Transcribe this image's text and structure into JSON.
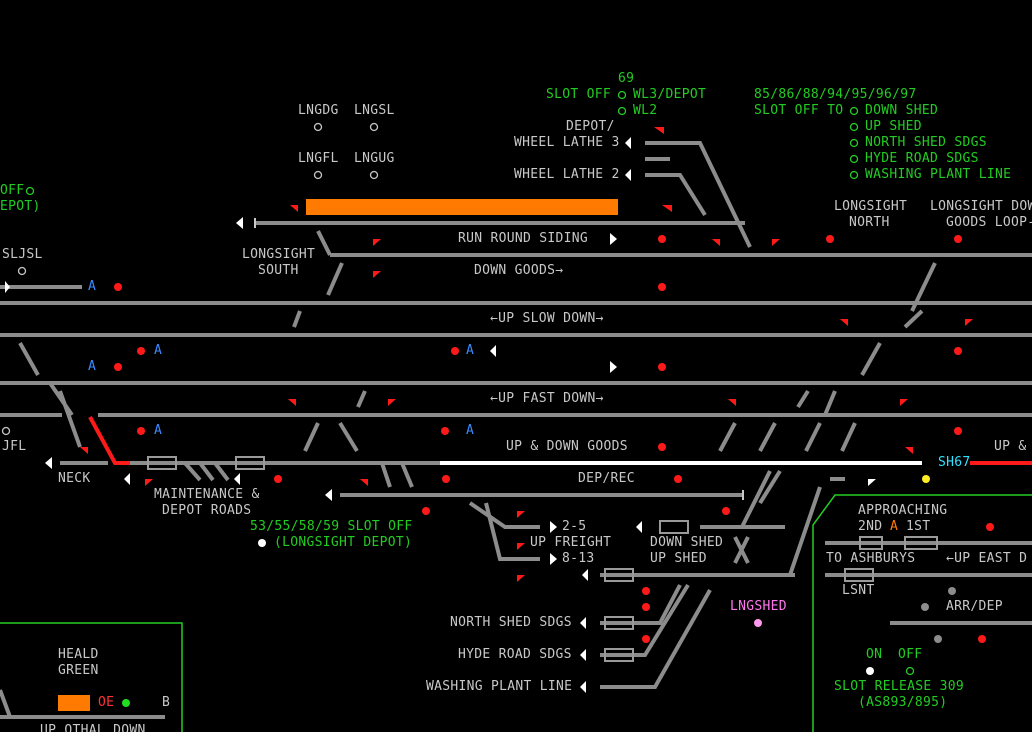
{
  "colors": {
    "background": "#000000",
    "track_clear": "#8c8c8c",
    "track_set": "#ffffff",
    "track_occupied": "#ff1a1a",
    "occupied_block": "#ff7a00",
    "signal_red": "#ff1a1a",
    "slot_text": "#22cc22",
    "berth_text": "#33e0ff",
    "shed_text": "#ff77ee",
    "auto_text": "#3a8bff"
  },
  "labels": {
    "lngdg": "LNGDG",
    "lngsl": "LNGSL",
    "lngfl": "LNGFL",
    "lngug": "LNGUG",
    "slot69_num": "69",
    "slot69_off": "SLOT OFF",
    "wl3_depot": "WL3/DEPOT",
    "wl2": "WL2",
    "depot_wl3_a": "DEPOT/",
    "depot_wl3_b": "WHEEL LATHE 3",
    "wheel_lathe2": "WHEEL LATHE 2",
    "slot_multi_nums": "85/86/88/94/95/96/97",
    "slot_off_to": "SLOT OFF TO",
    "down_shed": "DOWN SHED",
    "up_shed": "UP SHED",
    "north_shed_sdgs": "NORTH SHED SDGS",
    "hyde_road_sdgs": "HYDE ROAD SDGS",
    "washing_plant_line": "WASHING PLANT LINE",
    "left_off": "OFF",
    "left_depot": "EPOT)",
    "longsight_north_a": "LONGSIGHT",
    "longsight_north_b": "NORTH",
    "longsight_dow": "LONGSIGHT DOW",
    "goods_loop": "GOODS LOOP-",
    "sljsl": "SLJSL",
    "longsight_south_a": "LONGSIGHT",
    "longsight_south_b": "SOUTH",
    "run_round_siding": "RUN ROUND SIDING",
    "down_goods": "DOWN GOODS→",
    "up_slow_down": "←UP SLOW DOWN→",
    "up_fast_down": "←UP FAST DOWN→",
    "up_down_goods": "UP & DOWN GOODS",
    "up_and": "UP &",
    "auto_a": "A",
    "jfl": "JFL",
    "neck": "NECK",
    "maint_a": "MAINTENANCE &",
    "maint_b": "DEPOT ROADS",
    "dep_rec": "DEP/REC",
    "sh67": "SH67",
    "slot_lsd": "53/55/58/59 SLOT OFF",
    "longsight_depot": "(LONGSIGHT DEPOT)",
    "road_2_5": "2-5",
    "up_freight": "UP FREIGHT",
    "road_8_13": "8-13",
    "down_shed2": "DOWN SHED",
    "up_shed2": "UP SHED",
    "approaching": "APPROACHING",
    "second": "2ND",
    "first": "1ST",
    "a_mark": "A",
    "to_ashburys": "TO ASHBURYS",
    "up_east": "←UP EAST D",
    "lsnt": "LSNT",
    "arr_dep": "ARR/DEP",
    "lngshed": "LNGSHED",
    "north_shed_sdgs2": "NORTH SHED SDGS",
    "hyde_road_sdgs2": "HYDE ROAD SDGS",
    "washing_plant_line2": "WASHING PLANT LINE",
    "heald_a": "HEALD",
    "heald_b": "GREEN",
    "oe": "OE",
    "b": "B",
    "on": "ON",
    "off": "OFF",
    "slot_release": "SLOT RELEASE 309",
    "as893": "(AS893/895)",
    "up_othal": "UP OTHAL DOWN"
  }
}
